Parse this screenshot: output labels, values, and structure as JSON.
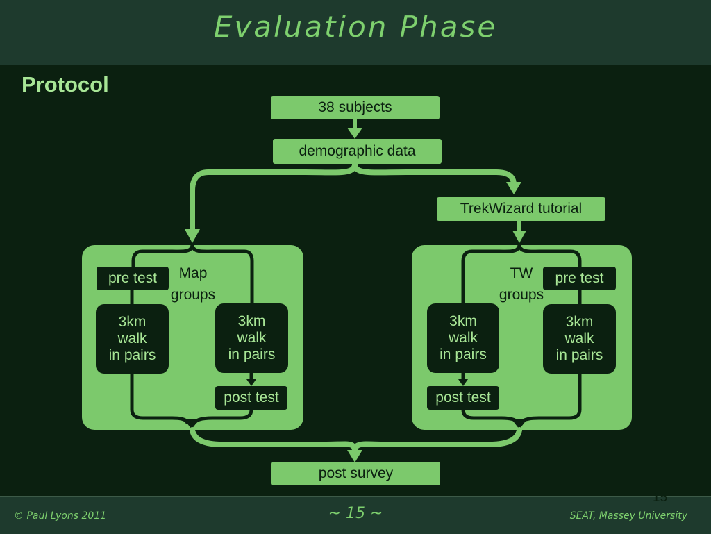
{
  "header": {
    "title": "Evaluation Phase"
  },
  "section": {
    "title": "Protocol"
  },
  "diagram": {
    "subjects": "38 subjects",
    "demographic": "demographic data",
    "tutorial": "TrekWizard tutorial",
    "map_group": {
      "label_line1": "Map",
      "label_line2": "groups",
      "pre_test": "pre test",
      "walk_a": [
        "3km",
        "walk",
        "in pairs"
      ],
      "walk_b": [
        "3km",
        "walk",
        "in pairs"
      ],
      "post_test": "post test"
    },
    "tw_group": {
      "label_line1": "TW",
      "label_line2": "groups",
      "pre_test": "pre test",
      "walk_a": [
        "3km",
        "walk",
        "in pairs"
      ],
      "walk_b": [
        "3km",
        "walk",
        "in pairs"
      ],
      "post_test": "post test"
    },
    "post_survey": "post survey"
  },
  "slide_number": "15",
  "footer": {
    "left": "© Paul Lyons 2011",
    "center": "~ 15 ~",
    "right": "SEAT, Massey University"
  },
  "colors": {
    "background": "#0b2010",
    "bar": "#1e3a2d",
    "green": "#7cc96c",
    "accent_text": "#a8e696"
  }
}
